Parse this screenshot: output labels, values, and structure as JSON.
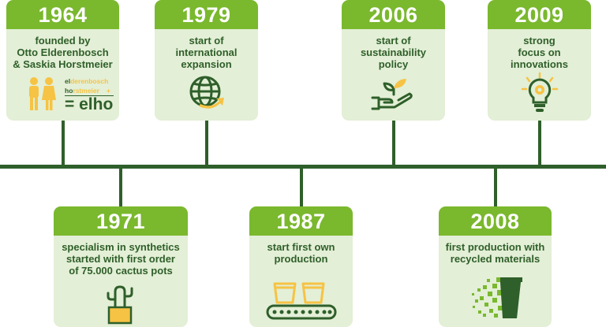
{
  "timeline": {
    "events": [
      {
        "year": "1964",
        "text": "founded by\nOtto Elderenbosch\n& Saskia Horstmeier",
        "icon": "founders-icon"
      },
      {
        "year": "1971",
        "text": "specialism in synthetics\nstarted with first order\nof 75.000 cactus pots",
        "icon": "cactus-pot-icon"
      },
      {
        "year": "1979",
        "text": "start of\ninternational\nexpansion",
        "icon": "globe-arrow-icon"
      },
      {
        "year": "1987",
        "text": "start first own\nproduction",
        "icon": "conveyor-pots-icon"
      },
      {
        "year": "2006",
        "text": "start of\nsustainability\npolicy",
        "icon": "hand-sprout-icon"
      },
      {
        "year": "2008",
        "text": "first production with\nrecycled materials",
        "icon": "recycled-pot-icon"
      },
      {
        "year": "2009",
        "text": "strong\nfocus on\ninnovations",
        "icon": "lightbulb-gear-icon"
      }
    ]
  },
  "logo": {
    "line1_a": "el",
    "line1_b": "derenbosch",
    "line2_a": "ho",
    "line2_b": "rstmeier",
    "plus": "+",
    "result": "= elho"
  },
  "colors": {
    "dark_green": "#2f5f2a",
    "accent_green": "#7ab82e",
    "card_bg": "#e3efd6",
    "yellow": "#f6c344"
  }
}
